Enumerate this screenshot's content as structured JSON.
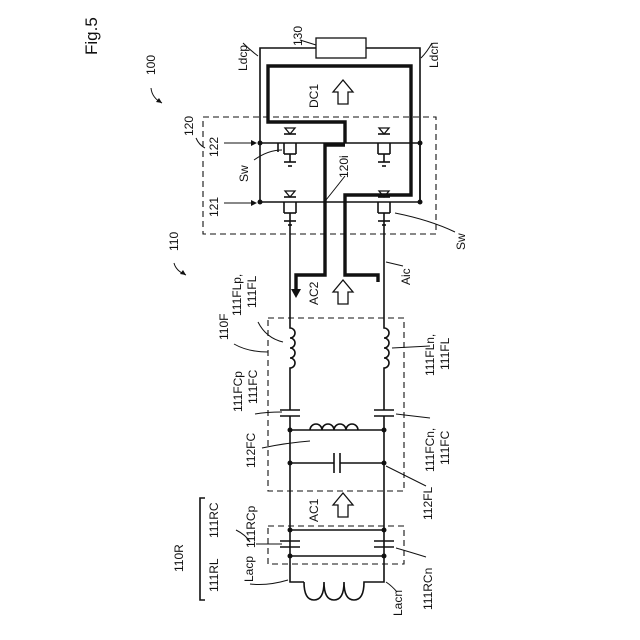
{
  "figure": {
    "title": "Fig.5",
    "ref_100": "100",
    "ref_110": "110",
    "ref_120": "120",
    "ref_130": "130",
    "ldcp": "Ldcp",
    "ldcn": "Ldcn",
    "dc1": "DC1",
    "ref_122": "122",
    "ref_121": "121",
    "sw_left": "Sw",
    "sw_right": "Sw",
    "ref_120i": "120i",
    "aic": "Aic",
    "ac2": "AC2",
    "ref_110f": "110F",
    "fl_p_1": "111FLp,",
    "fl_p_2": "111FL",
    "fl_n_1": "111FLn,",
    "fl_n_2": "111FL",
    "fc_p_1": "111FCp",
    "fc_p_2": "111FC",
    "fc_n_1": "111FCn,",
    "fc_n_2": "111FC",
    "ref_112fc": "112FC",
    "ref_112fl": "112FL",
    "ac1": "AC1",
    "ref_110r": "110R",
    "ref_111rl": "111RL",
    "ref_111rc": "111RC",
    "rc_p": "111RCp",
    "rc_n": "111RCn",
    "lacp": "Lacp",
    "lacn": "Lacn"
  }
}
